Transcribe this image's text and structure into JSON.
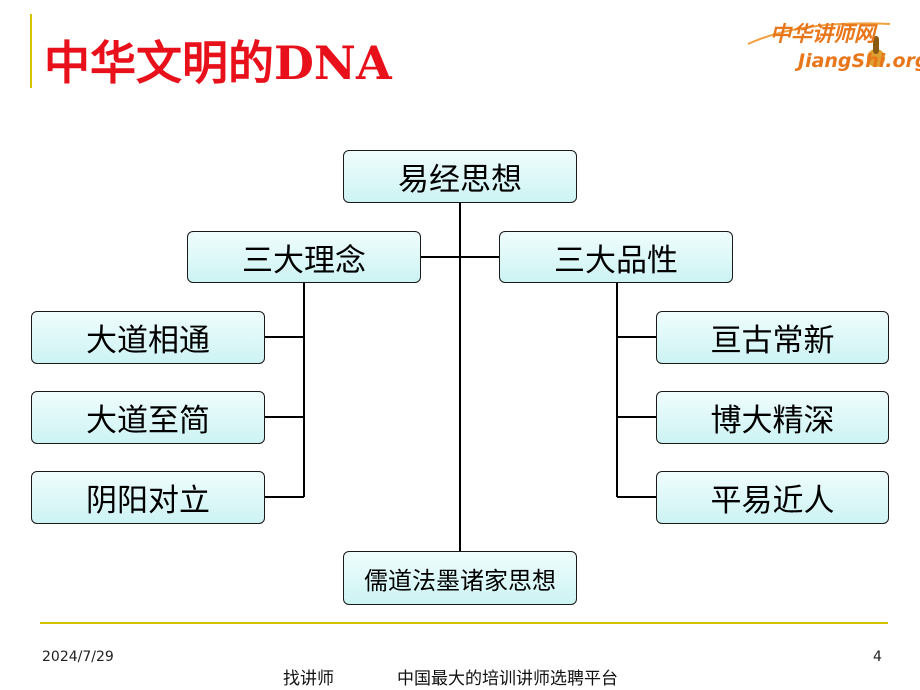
{
  "title": "中华文明的DNA",
  "logo": {
    "cn": "中华讲师网",
    "en": "JiangShi.org"
  },
  "diagram": {
    "root": "易经思想",
    "left_branch": "三大理念",
    "right_branch": "三大品性",
    "left_items": [
      "大道相通",
      "大道至简",
      "阴阳对立"
    ],
    "right_items": [
      "亘古常新",
      "博大精深",
      "平易近人"
    ],
    "bottom": "儒道法墨诸家思想"
  },
  "footer": {
    "date": "2024/7/29",
    "page": "4",
    "left": "找讲师",
    "right": "中国最大的培训讲师选聘平台"
  }
}
